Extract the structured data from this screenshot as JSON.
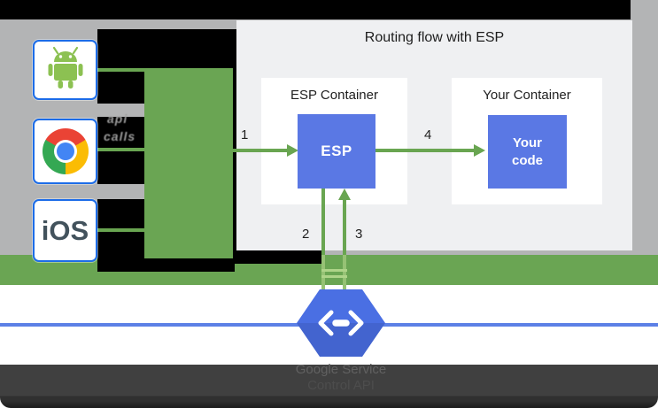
{
  "title": "Routing flow with ESP",
  "clients": [
    {
      "id": "android",
      "icon": "android-robot-icon"
    },
    {
      "id": "chrome",
      "icon": "chrome-browser-icon"
    },
    {
      "id": "ios",
      "label": "iOS"
    }
  ],
  "annotation": {
    "line1": "api",
    "line2": "calls"
  },
  "esp_container": {
    "label": "ESP Container",
    "box_label": "ESP"
  },
  "your_container": {
    "label": "Your Container",
    "box_lines": [
      "Your",
      "code"
    ]
  },
  "steps": [
    "1",
    "2",
    "3",
    "4"
  ],
  "service": {
    "line1": "Google Service",
    "line2": "Control API",
    "icon": "cloud-endpoints-hexagon-icon"
  },
  "colors": {
    "green": "#6aa553",
    "box_blue": "#5a78e4",
    "hexagon_blue": "#4a6fe3",
    "line_blue": "#5c80e6",
    "client_border_blue": "#1c6ce8",
    "gray_background": "#b3b4b5",
    "panel_background": "#eff0f2",
    "overlay_dark": "#3e3e3e"
  }
}
